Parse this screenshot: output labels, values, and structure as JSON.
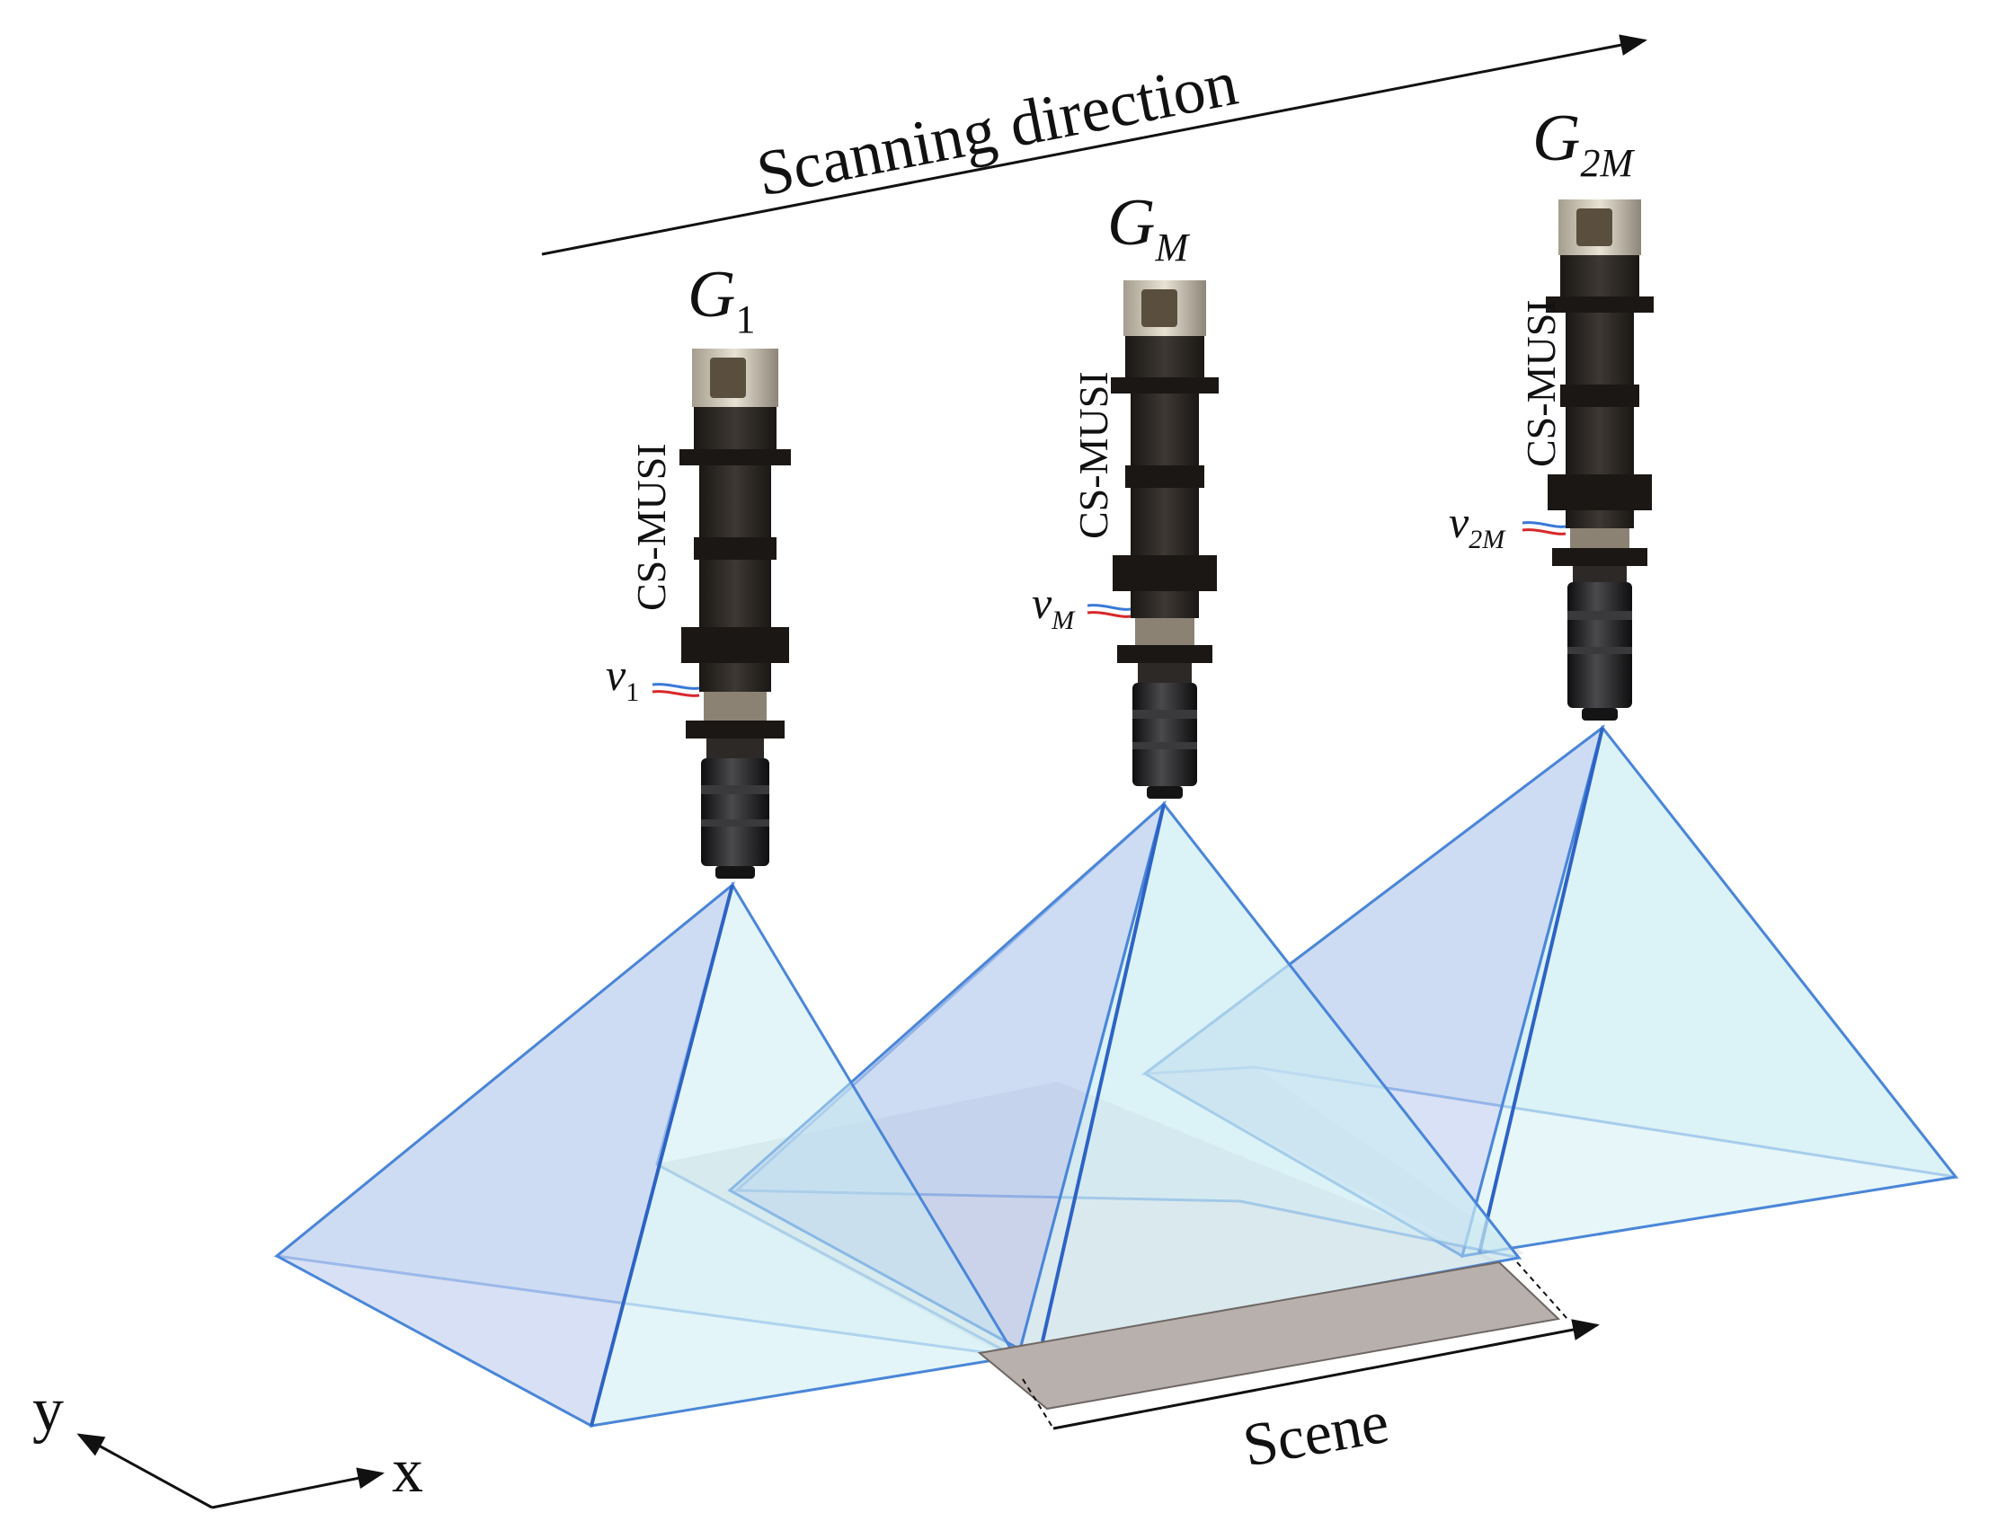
{
  "title": "",
  "scanning_label": "Scanning direction",
  "scene_label": "Scene",
  "axes": {
    "x": "x",
    "y": "y"
  },
  "cameras": [
    {
      "id": "g1",
      "label_base": "G",
      "label_sub": "1",
      "device": "CS-MUSI",
      "voltage_base": "v",
      "voltage_sub": "1"
    },
    {
      "id": "gm",
      "label_base": "G",
      "label_sub": "M",
      "device": "CS-MUSI",
      "voltage_base": "v",
      "voltage_sub": "M"
    },
    {
      "id": "g2m",
      "label_base": "G",
      "label_sub": "2M",
      "device": "CS-MUSI",
      "voltage_base": "v",
      "voltage_sub": "2M"
    }
  ],
  "colors": {
    "frustum_edge": "#4a86d8",
    "frustum_fill": "#bfe6ef",
    "frustum_fill_dark": "#9fb5e8",
    "scene_strip": "#b7b0ad",
    "scene_plane": "#b9bdc7",
    "wire_red": "#d8282a",
    "wire_blue": "#3a78d8"
  }
}
